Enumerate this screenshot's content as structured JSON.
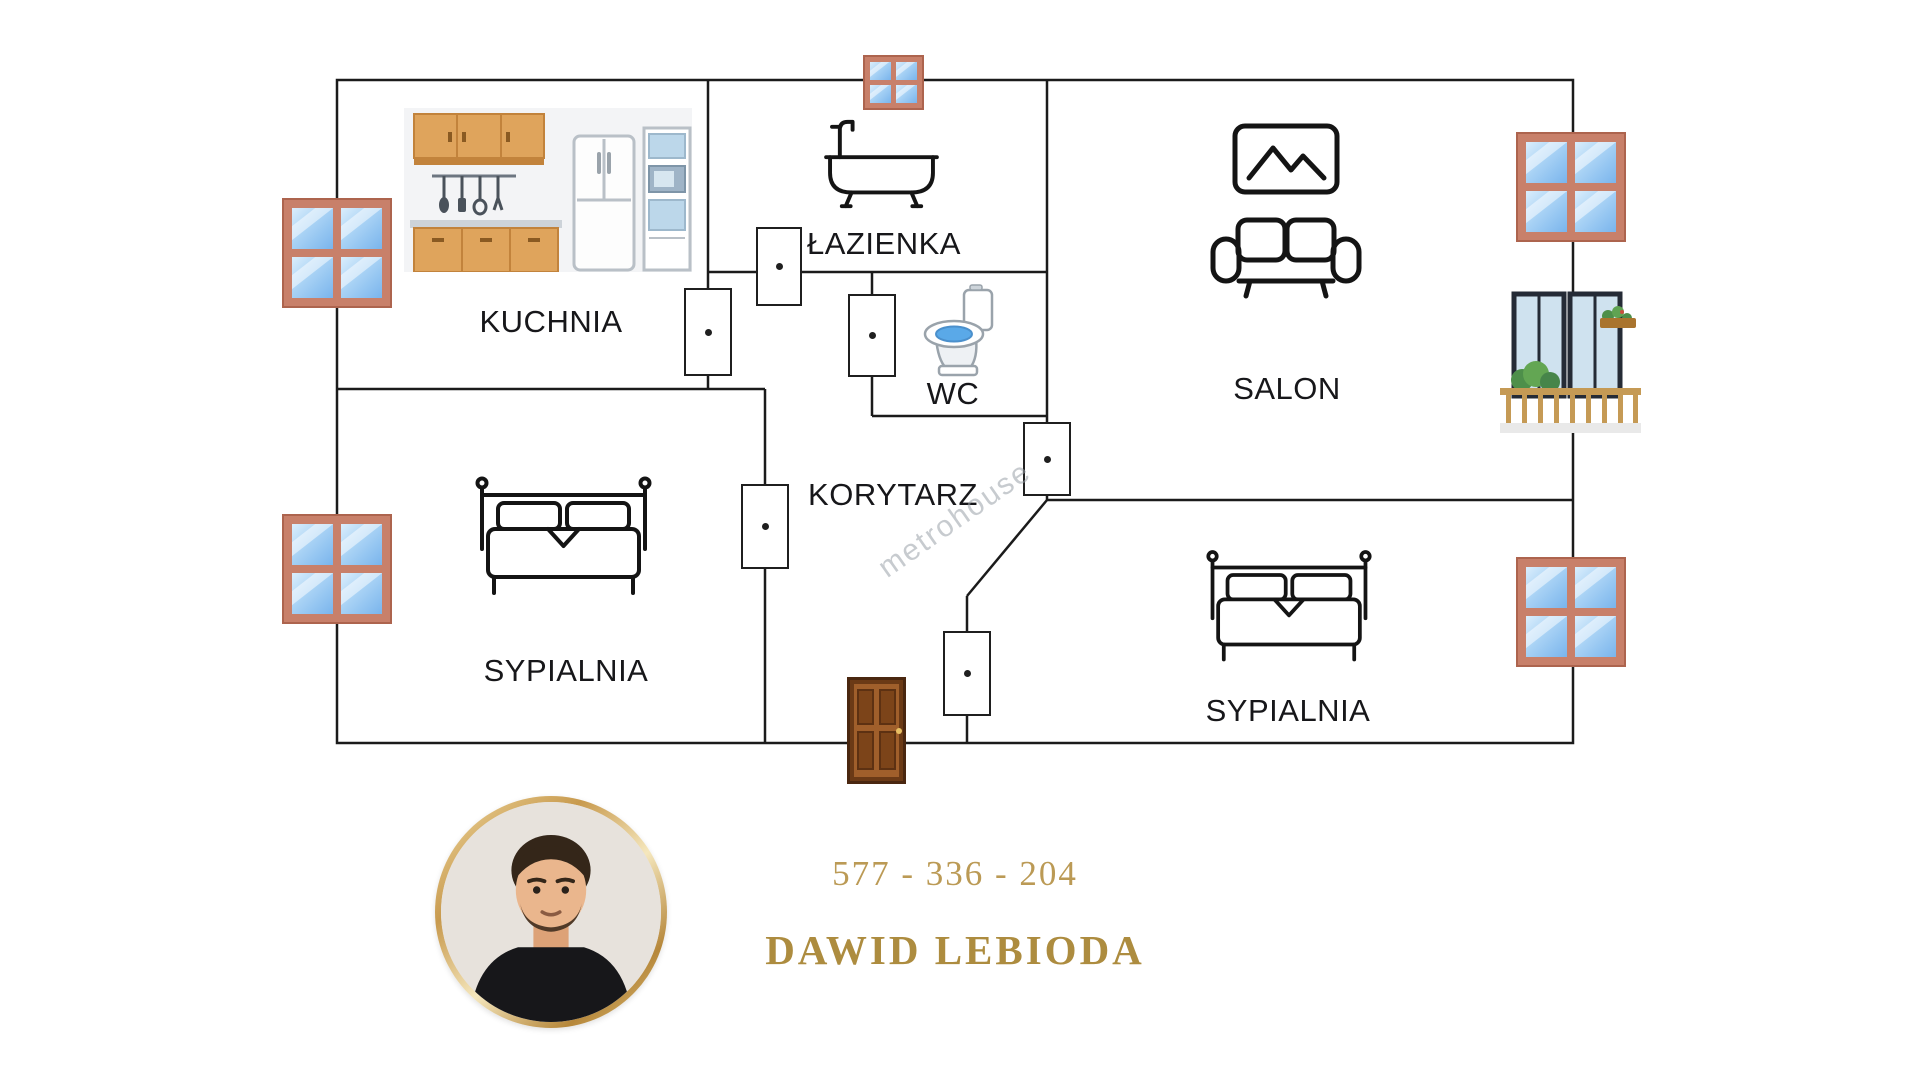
{
  "floorplan": {
    "rooms": {
      "kuchnia": {
        "label": "KUCHNIA"
      },
      "lazienka": {
        "label": "ŁAZIENKA"
      },
      "wc": {
        "label": "WC"
      },
      "salon": {
        "label": "SALON"
      },
      "korytarz": {
        "label": "KORYTARZ"
      },
      "sypialnia_left": {
        "label": "SYPIALNIA"
      },
      "sypialnia_right": {
        "label": "SYPIALNIA"
      }
    },
    "watermark": "metrohouse"
  },
  "agent": {
    "phone": "577 - 336 - 204",
    "name": "DAWID LEBIODA"
  },
  "colors": {
    "wall": "#1b1b1b",
    "gold_text": "#ad8c3f",
    "window_frame": "#c8806a",
    "window_glass": "#8fc2ef",
    "entry_door": "#9a5a28",
    "furniture_line": "#141414"
  }
}
